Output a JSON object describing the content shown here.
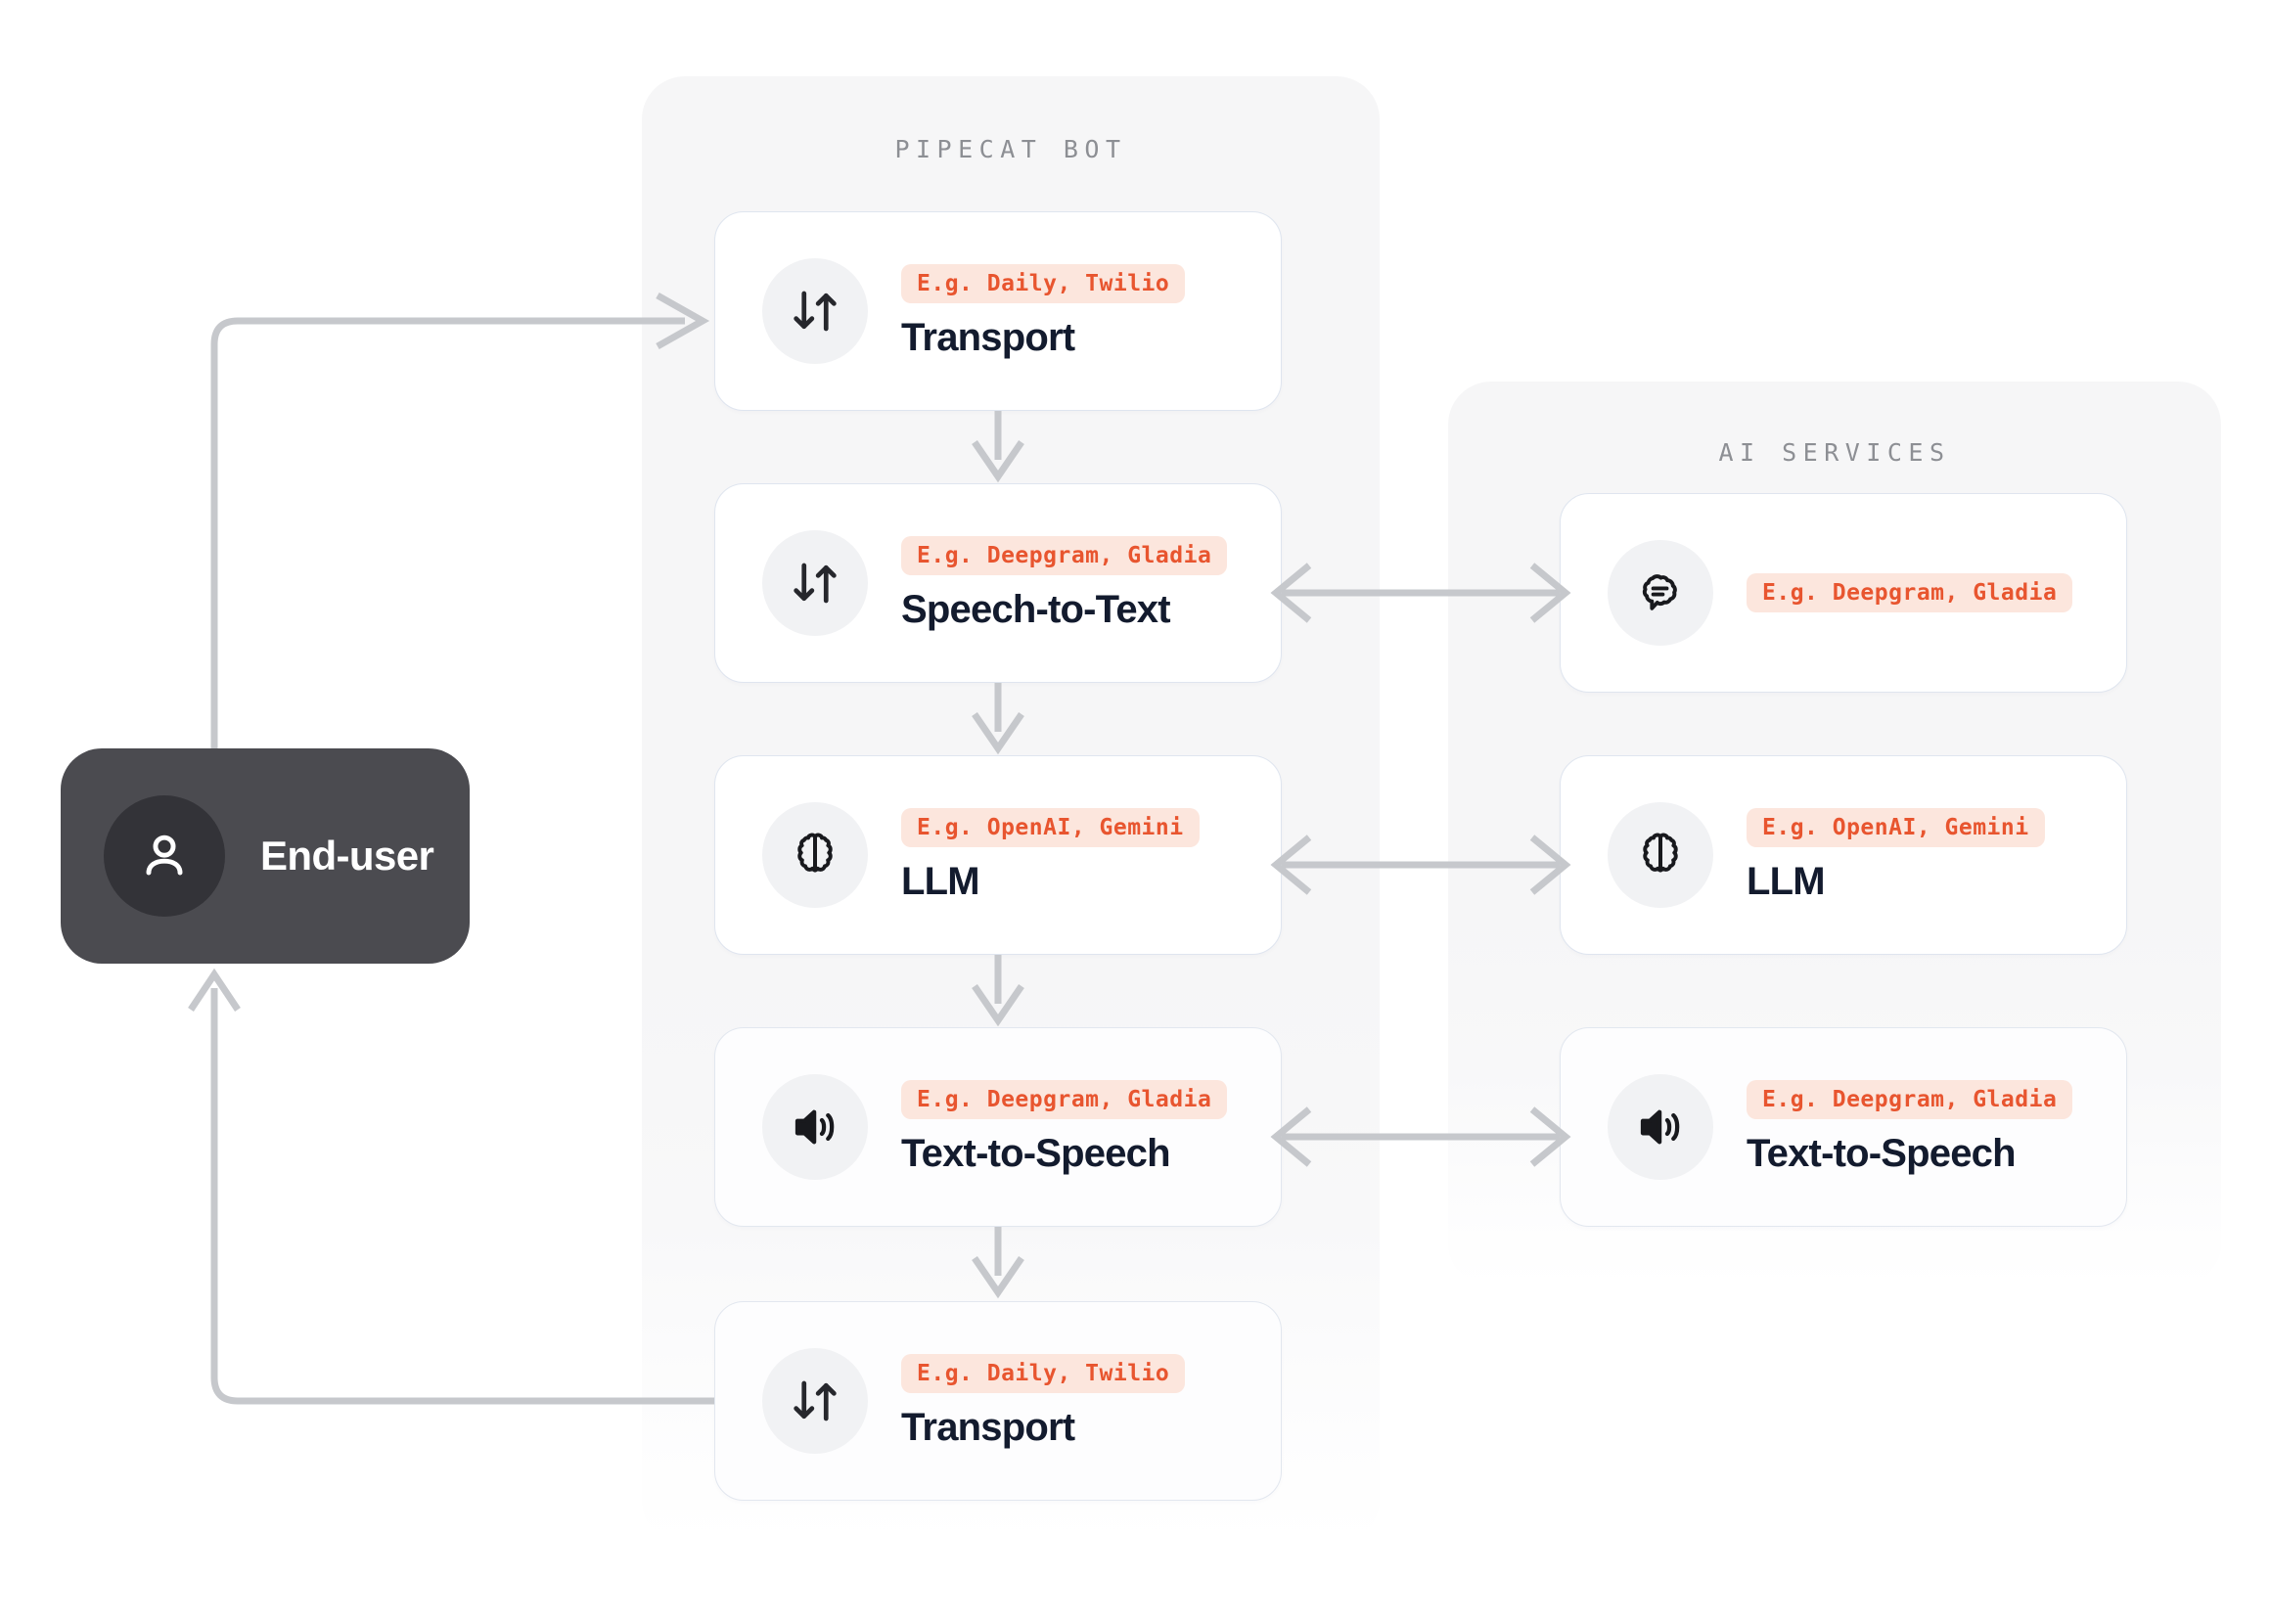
{
  "end_user": {
    "label": "End-user",
    "icon": "person-icon",
    "bg_color": "#4b4b50",
    "text_color": "#ffffff"
  },
  "colors": {
    "tag_bg": "#fce6dd",
    "tag_text": "#e8552f",
    "card_bg": "#ffffff",
    "card_border": "#dfe5ef",
    "panel_bg": "#f6f6f7",
    "icon_circle_bg": "#f1f2f4",
    "title_text": "#131b2e",
    "panel_title_text": "#8d8f94",
    "connector": "#c6c8cc"
  },
  "panels": [
    {
      "id": "pipecat-bot",
      "title": "PIPECAT BOT",
      "cards": [
        {
          "id": "transport-in",
          "icon": "transport-arrows-icon",
          "tag": "E.g. Daily, Twilio",
          "title": "Transport"
        },
        {
          "id": "speech-to-text",
          "icon": "transport-arrows-icon",
          "tag": "E.g. Deepgram, Gladia",
          "title": "Speech-to-Text"
        },
        {
          "id": "llm",
          "icon": "brain-icon",
          "tag": "E.g. OpenAI, Gemini",
          "title": "LLM"
        },
        {
          "id": "text-to-speech",
          "icon": "speaker-icon",
          "tag": "E.g. Deepgram, Gladia",
          "title": "Text-to-Speech"
        },
        {
          "id": "transport-out",
          "icon": "transport-arrows-icon",
          "tag": "E.g. Daily, Twilio",
          "title": "Transport"
        }
      ]
    },
    {
      "id": "ai-services",
      "title": "AI SERVICES",
      "cards": [
        {
          "id": "ai-stt",
          "icon": "speech-bubble-icon",
          "tag": "E.g. Deepgram, Gladia",
          "title": ""
        },
        {
          "id": "ai-llm",
          "icon": "brain-icon",
          "tag": "E.g. OpenAI, Gemini",
          "title": "LLM"
        },
        {
          "id": "ai-tts",
          "icon": "speaker-icon",
          "tag": "E.g. Deepgram, Gladia",
          "title": "Text-to-Speech"
        }
      ]
    }
  ],
  "connections": [
    {
      "from": "end-user",
      "to": "transport-in",
      "direction": "one-way"
    },
    {
      "from": "transport-in",
      "to": "speech-to-text",
      "direction": "one-way"
    },
    {
      "from": "speech-to-text",
      "to": "llm",
      "direction": "one-way"
    },
    {
      "from": "llm",
      "to": "text-to-speech",
      "direction": "one-way"
    },
    {
      "from": "text-to-speech",
      "to": "transport-out",
      "direction": "one-way"
    },
    {
      "from": "transport-out",
      "to": "end-user",
      "direction": "one-way"
    },
    {
      "from": "speech-to-text",
      "to": "ai-stt",
      "direction": "two-way"
    },
    {
      "from": "llm",
      "to": "ai-llm",
      "direction": "two-way"
    },
    {
      "from": "text-to-speech",
      "to": "ai-tts",
      "direction": "two-way"
    }
  ]
}
